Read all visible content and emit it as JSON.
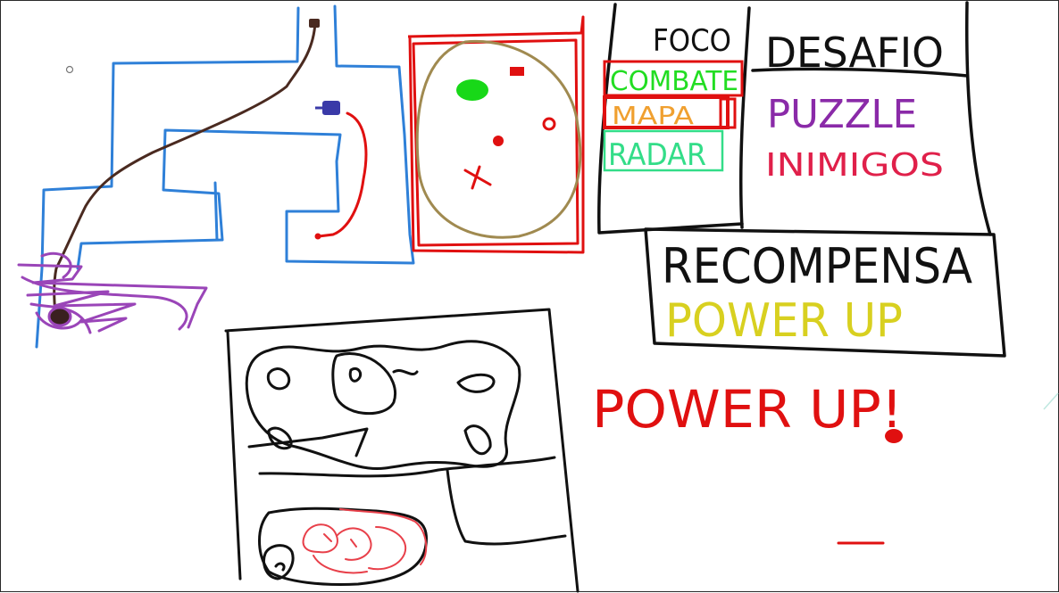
{
  "whiteboard": {
    "table_top": {
      "foco_header": "FOCO",
      "foco_items": [
        {
          "label": "COMBATE",
          "color": "#22dd22"
        },
        {
          "label": "MAPA",
          "color": "#f0a030"
        },
        {
          "label": "RADAR",
          "color": "#33dd88"
        }
      ],
      "desafio_header": "DESAFIO",
      "desafio_items": [
        {
          "label": "PUZZLE",
          "color": "#8a2aa8"
        },
        {
          "label": "INIMIGOS",
          "color": "#e0204a"
        }
      ]
    },
    "reward_box": {
      "header": "RECOMPENSA",
      "value": "POWER UP",
      "value_color": "#d8d020"
    },
    "shout": {
      "text": "POWER UP!",
      "color": "#e01010"
    }
  },
  "colors": {
    "ink_black": "#111111",
    "maze_blue": "#2f80d8",
    "path_brown": "#4a2a20",
    "scribble_purple": "#9a45b8",
    "red": "#e01010",
    "olive": "#a08a50",
    "green_blob": "#18d818"
  }
}
